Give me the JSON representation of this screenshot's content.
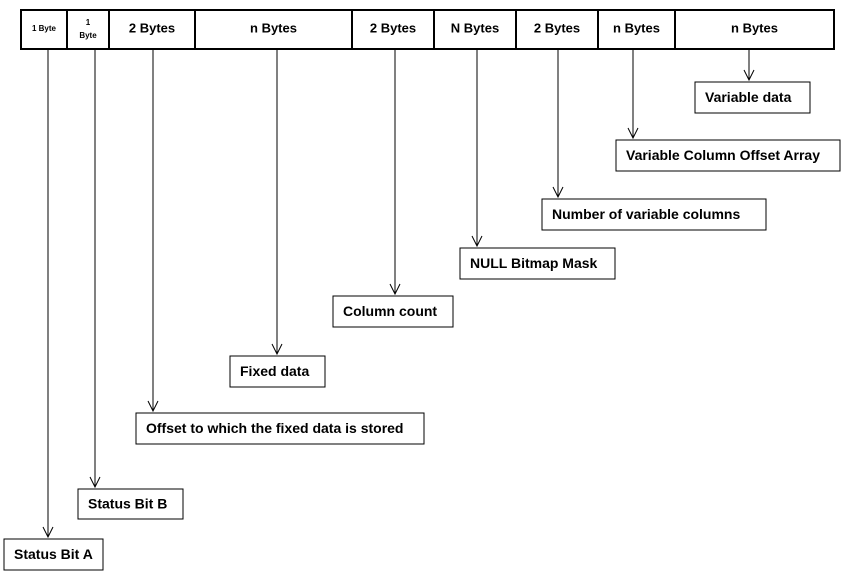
{
  "record_fields": [
    {
      "size_label": "1 Byte"
    },
    {
      "size_label": [
        "1",
        "Byte"
      ]
    },
    {
      "size_label": "2 Bytes"
    },
    {
      "size_label": "n Bytes"
    },
    {
      "size_label": "2  Bytes"
    },
    {
      "size_label": "N Bytes"
    },
    {
      "size_label": "2 Bytes"
    },
    {
      "size_label": "n Bytes"
    },
    {
      "size_label": "n Bytes"
    }
  ],
  "field_descriptions": [
    {
      "field": 0,
      "label": "Status Bit A"
    },
    {
      "field": 1,
      "label": "Status Bit B"
    },
    {
      "field": 2,
      "label": "Offset to which the fixed data is stored"
    },
    {
      "field": 3,
      "label": "Fixed data"
    },
    {
      "field": 4,
      "label": "Column count"
    },
    {
      "field": 5,
      "label": "NULL Bitmap Mask"
    },
    {
      "field": 6,
      "label": "Number of variable columns"
    },
    {
      "field": 7,
      "label": "Variable Column Offset Array"
    },
    {
      "field": 8,
      "label": "Variable data"
    }
  ]
}
